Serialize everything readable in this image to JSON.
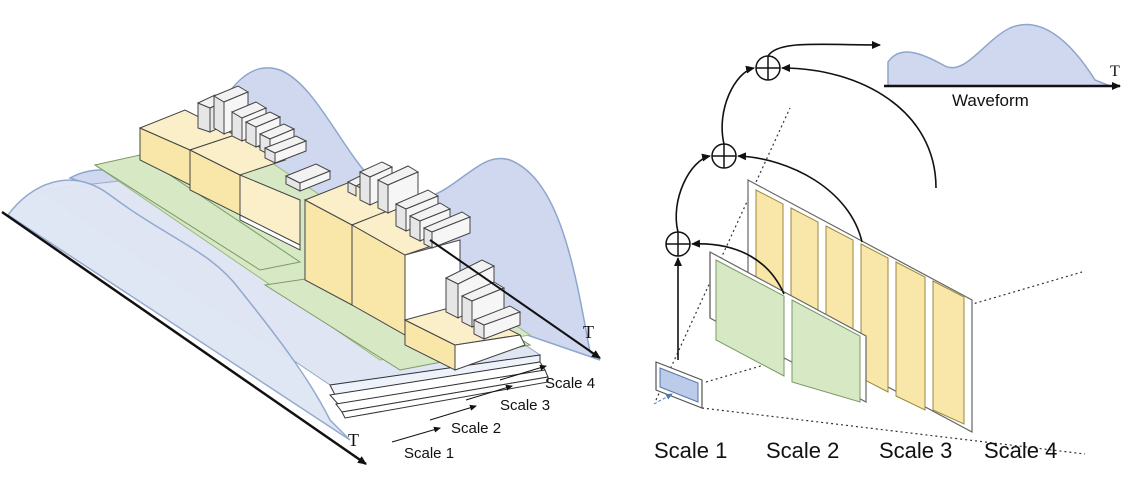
{
  "left_panel": {
    "axis_front": "T",
    "axis_back": "T",
    "scale_labels": [
      "Scale 1",
      "Scale 2",
      "Scale 3",
      "Scale 4"
    ]
  },
  "right_panel": {
    "waveform_label": "Waveform",
    "waveform_axis": "T",
    "scale_labels": [
      "Scale 1",
      "Scale 2",
      "Scale 3",
      "Scale 4"
    ]
  },
  "colors": {
    "wave_fill": "#cfd8ef",
    "wave_stroke": "#8fa6cc",
    "green": "#d6e8c4",
    "yellow": "#f8e7a8",
    "pale_yellow": "#fbefc9",
    "gray_block": "#e6e6e6"
  }
}
